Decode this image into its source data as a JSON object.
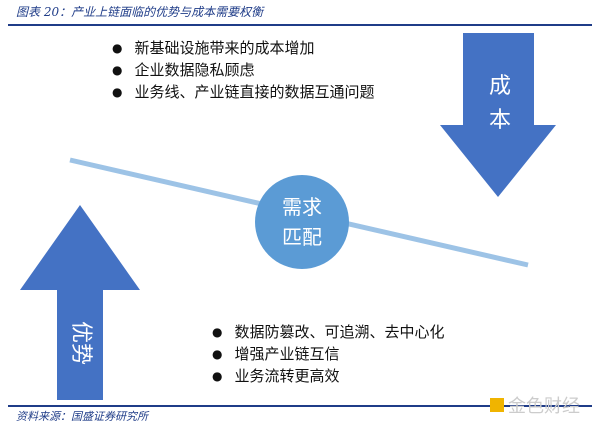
{
  "title": "图表 20：产业上链面临的优势与成本需要权衡",
  "cost_label": "成本",
  "advantage_label": "优势",
  "center_label_line1": "需求",
  "center_label_line2": "匹配",
  "cost_bullets": [
    "新基础设施带来的成本增加",
    "企业数据隐私顾虑",
    "业务线、产业链直接的数据互通问题"
  ],
  "advantage_bullets": [
    "数据防篡改、可追溯、去中心化",
    "增强产业链互信",
    "业务流转更高效"
  ],
  "source": "资料来源：国盛证券研究所",
  "watermark": "金色财经",
  "colors": {
    "arrow": "#4472c4",
    "circle": "#5b9bd5",
    "line": "#9dc3e6",
    "header": "#1f3c88"
  }
}
